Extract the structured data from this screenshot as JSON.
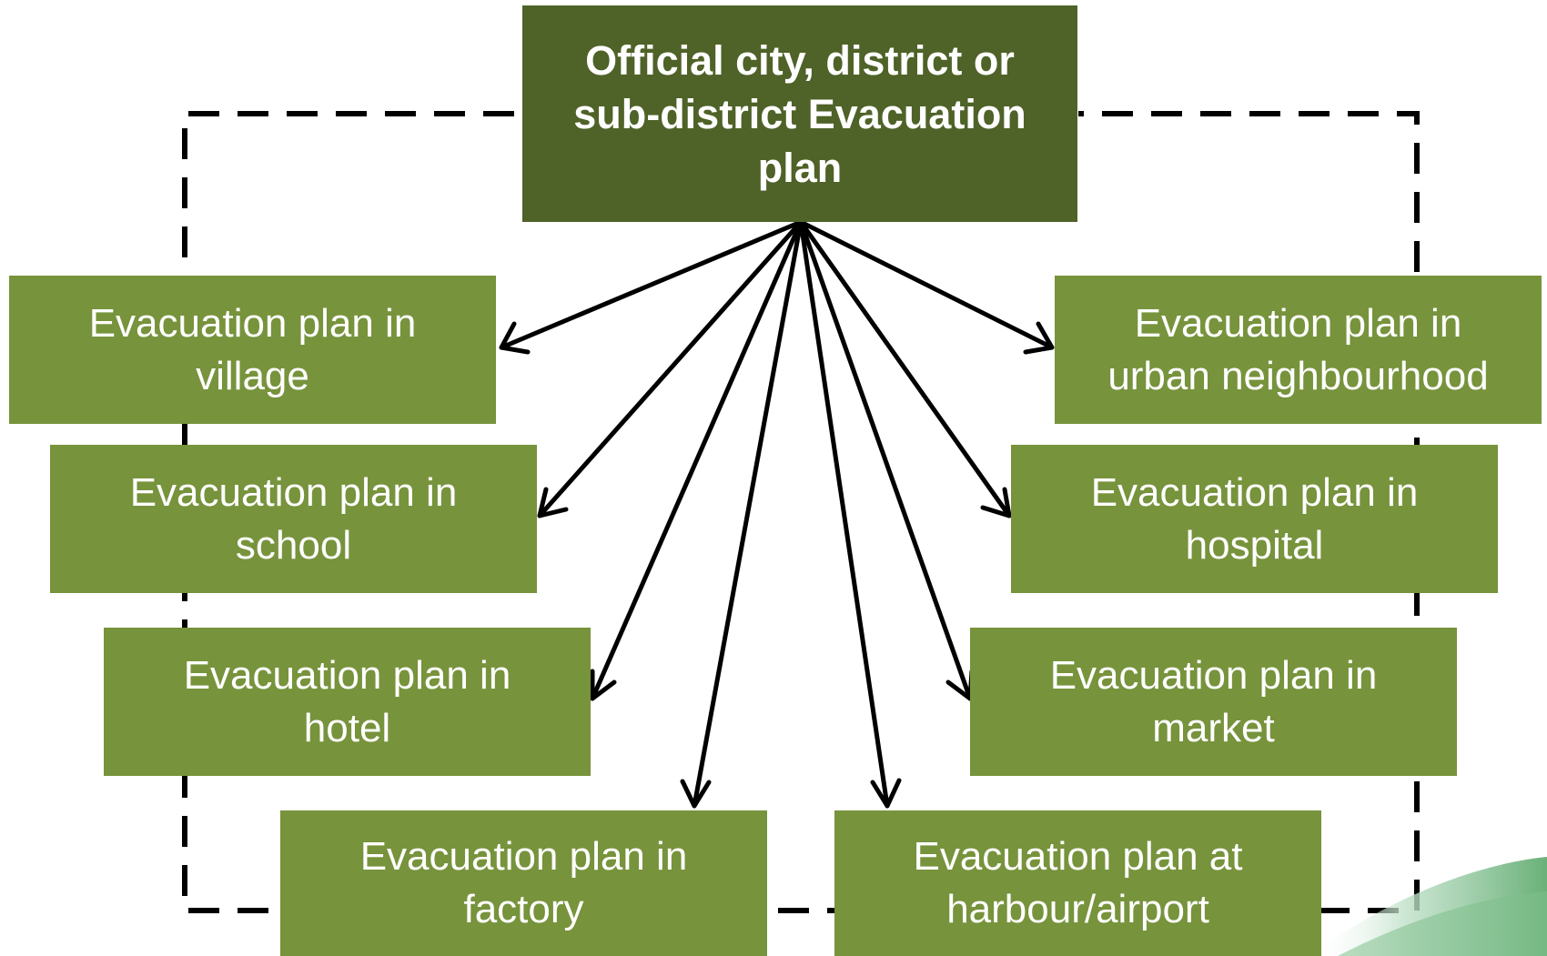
{
  "colors": {
    "root_fill": "#4f6228",
    "child_fill": "#77933c",
    "text": "#ffffff",
    "lines": "#000000"
  },
  "root": {
    "lines": [
      "Official city, district or",
      "sub-district Evacuation",
      "plan"
    ]
  },
  "children": {
    "village": [
      "Evacuation plan in",
      "village"
    ],
    "urban": [
      "Evacuation plan in",
      "urban neighbourhood"
    ],
    "school": [
      "Evacuation plan in",
      "school"
    ],
    "hospital": [
      "Evacuation plan in",
      "hospital"
    ],
    "hotel": [
      "Evacuation plan in",
      "hotel"
    ],
    "market": [
      "Evacuation plan in",
      "market"
    ],
    "factory": [
      "Evacuation plan in",
      "factory"
    ],
    "harbour": [
      "Evacuation plan at",
      "harbour/airport"
    ]
  }
}
